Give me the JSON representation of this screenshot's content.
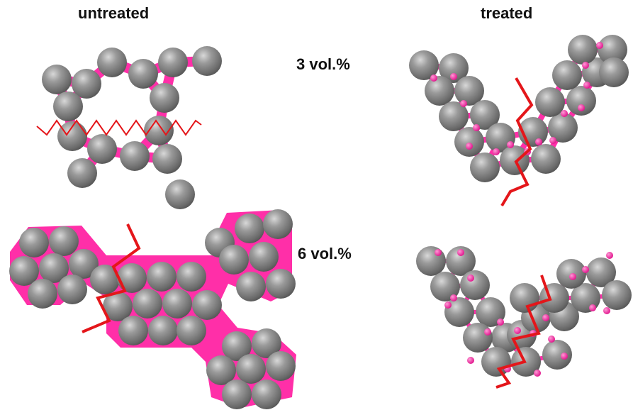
{
  "labels": {
    "untreated": "untreated",
    "treated": "treated",
    "vol3": "3 vol.%",
    "vol6": "6 vol.%"
  },
  "colors": {
    "particle": "#8a8a8a",
    "binder": "#ff2fa8",
    "crack": "#e4161a"
  }
}
